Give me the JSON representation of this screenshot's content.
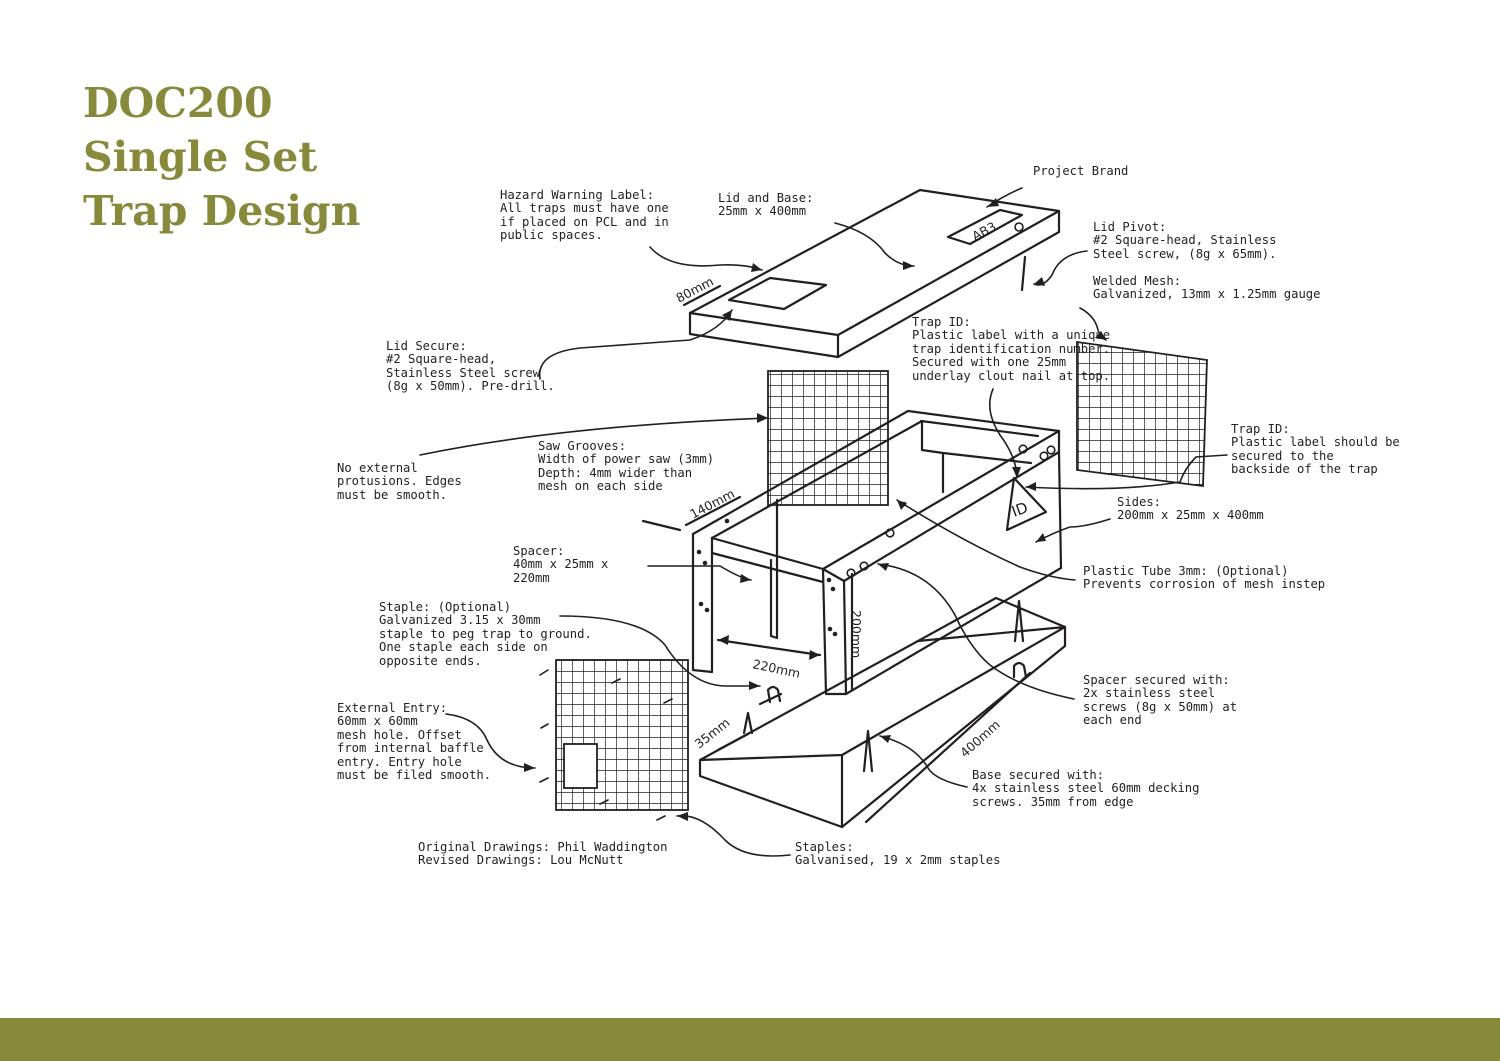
{
  "title": {
    "line1": "DOC200",
    "line2": "Single Set",
    "line3": "Trap Design"
  },
  "colors": {
    "accent": "#878a3a",
    "ink": "#231f20",
    "background": "#ffffff"
  },
  "annotations": {
    "project_brand": "Project Brand",
    "hazard_label": "Hazard Warning Label:\nAll traps must have one\nif placed on PCL and in\npublic spaces.",
    "lid_and_base": "Lid and Base:\n25mm x 400mm",
    "lid_pivot": "Lid Pivot:\n#2 Square-head, Stainless\nSteel screw, (8g x 65mm).",
    "welded_mesh": "Welded Mesh:\nGalvanized, 13mm x 1.25mm gauge",
    "trap_id_top": "Trap ID:\nPlastic label with a unique\ntrap identification number.\nSecured with one 25mm\nunderlay clout nail at top.",
    "lid_secure": "Lid Secure:\n#2 Square-head,\nStainless Steel screw\n(8g x 50mm). Pre-drill.",
    "trap_id_back": "Trap ID:\nPlastic label should be\nsecured to the\nbackside of the trap",
    "no_external": "No external\nprotusions. Edges\nmust be smooth.",
    "saw_grooves": "Saw Grooves:\nWidth of power saw (3mm)\nDepth: 4mm wider than\nmesh on each side",
    "sides": "Sides:\n200mm x 25mm x 400mm",
    "spacer": "Spacer:\n40mm x 25mm x\n220mm",
    "plastic_tube": "Plastic Tube 3mm: (Optional)\nPrevents corrosion of mesh instep",
    "staple": "Staple: (Optional)\nGalvanized 3.15 x 30mm\nstaple to peg trap to ground.\nOne staple each side on\nopposite ends.",
    "spacer_secured": "Spacer secured with:\n2x stainless steel\nscrews (8g x 50mm) at\neach end",
    "external_entry": "External Entry:\n60mm x 60mm\nmesh hole. Offset\nfrom internal baffle\nentry. Entry hole\nmust be filed smooth.",
    "base_secured": "Base secured with:\n4x stainless steel 60mm decking\nscrews. 35mm from edge",
    "credits": "Original Drawings: Phil Waddington\nRevised Drawings: Lou McNutt",
    "staples": "Staples:\nGalvanised, 19 x 2mm staples"
  },
  "dimensions": {
    "lid_width": "80mm",
    "side_height": "140mm",
    "tunnel_height": "200mm",
    "tunnel_width": "220mm",
    "base_edge": "35mm",
    "base_length": "400mm"
  },
  "labels": {
    "brand_code": "AB3",
    "id_tag": "ID"
  },
  "icons": {
    "mesh": "welded-mesh-panel-icon",
    "staple": "staple-icon",
    "screw": "screw-icon"
  }
}
